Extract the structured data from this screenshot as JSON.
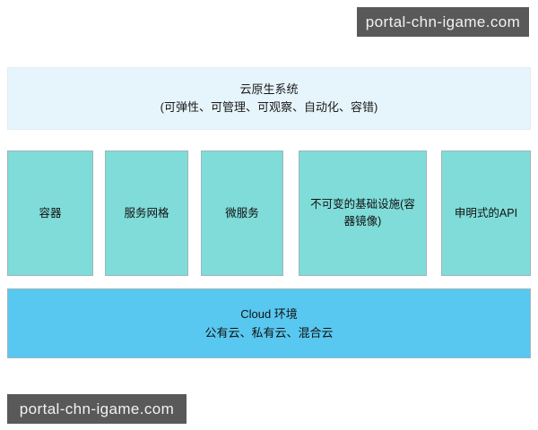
{
  "diagram": {
    "top_layer": {
      "title": "云原生系统",
      "subtitle": "(可弹性、可管理、可观察、自动化、容错)"
    },
    "pillars": [
      {
        "label": "容器"
      },
      {
        "label": "服务网格"
      },
      {
        "label": "微服务"
      },
      {
        "label": "不可变的基础设施(容器镜像)"
      },
      {
        "label": "申明式的API"
      }
    ],
    "bottom_layer": {
      "title": "Cloud 环境",
      "subtitle": "公有云、私有云、混合云"
    }
  },
  "watermarks": {
    "top_right": "portal-chn-igame.com",
    "bottom_left": "portal-chn-igame.com"
  },
  "colors": {
    "top_layer_fill": "#e6f4fb",
    "pillar_fill": "#7fdcd8",
    "bottom_layer_fill": "#59c8f0",
    "border": "#9cb6bd",
    "watermark_bg": "#595959",
    "watermark_text": "#f2f2f2"
  }
}
